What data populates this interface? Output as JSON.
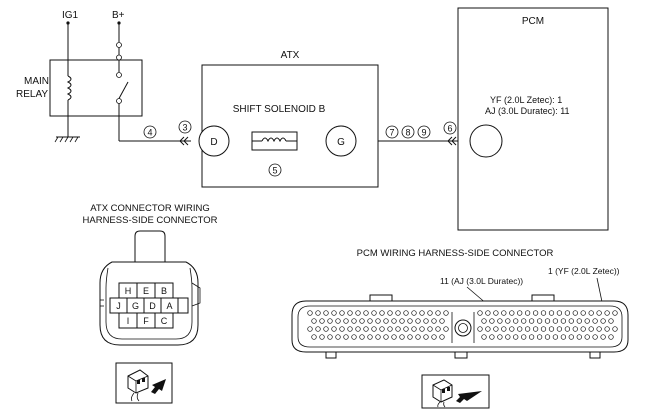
{
  "power": {
    "ig1": "IG1",
    "b_plus": "B+"
  },
  "main_relay": {
    "line1": "MAIN",
    "line2": "RELAY"
  },
  "atx": {
    "title": "ATX",
    "component": "SHIFT SOLENOID B",
    "pin_left": "D",
    "pin_right": "G",
    "marker_component": "5"
  },
  "pcm": {
    "title": "PCM",
    "terminal_line1": "YF (2.0L Zetec): 1",
    "terminal_line2": "AJ (3.0L Duratec): 11"
  },
  "markers": {
    "m4": "4",
    "m3_left": "3",
    "m3_right": "3",
    "m7": "7",
    "m8": "8",
    "m9": "9",
    "m6": "6"
  },
  "atx_connector": {
    "title_line1": "ATX CONNECTOR WIRING",
    "title_line2": "HARNESS-SIDE CONNECTOR",
    "pins": [
      "H",
      "E",
      "B",
      "J",
      "G",
      "D",
      "A",
      "I",
      "F",
      "C"
    ]
  },
  "pcm_connector": {
    "title": "PCM WIRING HARNESS-SIDE CONNECTOR",
    "label_pin11": "11 (AJ (3.0L Duratec))",
    "label_pin1": "1 (YF (2.0L Zetec))"
  }
}
